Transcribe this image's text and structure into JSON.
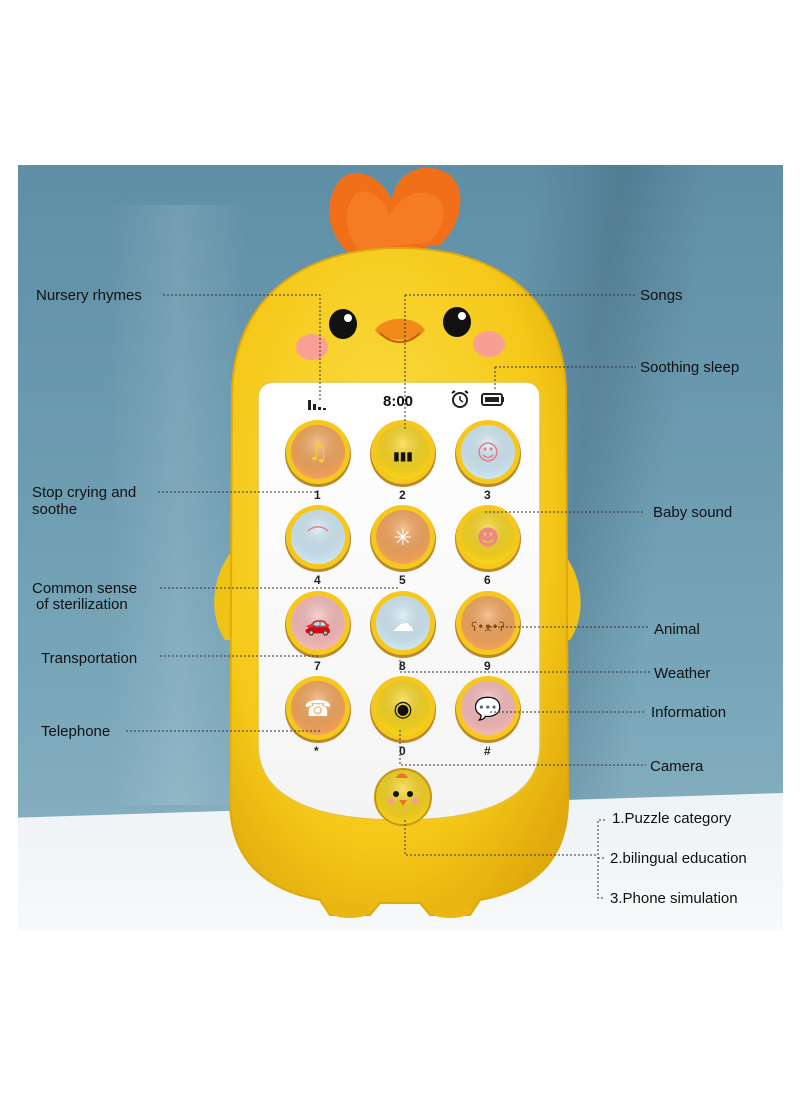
{
  "status_bar": {
    "time": "8:00"
  },
  "keypad": [
    {
      "num": "1",
      "icon": "music-note-icon"
    },
    {
      "num": "2",
      "icon": "piano-keys-icon"
    },
    {
      "num": "3",
      "icon": "sleeping-baby-icon"
    },
    {
      "num": "4",
      "icon": "baby-mobile-icon"
    },
    {
      "num": "5",
      "icon": "sterilization-icon"
    },
    {
      "num": "6",
      "icon": "baby-face-icon"
    },
    {
      "num": "7",
      "icon": "car-icon"
    },
    {
      "num": "8",
      "icon": "cloud-sun-icon"
    },
    {
      "num": "9",
      "icon": "bear-icon"
    },
    {
      "num": "*",
      "icon": "telephone-icon"
    },
    {
      "num": "0",
      "icon": "camera-icon"
    },
    {
      "num": "#",
      "icon": "chat-bubble-icon"
    }
  ],
  "labels": {
    "nursery_rhymes": "Nursery rhymes",
    "songs": "Songs",
    "soothing_sleep": "Soothing sleep",
    "stop_crying_1": "Stop crying and",
    "stop_crying_2": "soothe",
    "baby_sound": "Baby sound",
    "common_sense_1": "Common sense",
    "common_sense_2": "of sterilization",
    "animal": "Animal",
    "transportation": "Transportation",
    "weather": "Weather",
    "information": "Information",
    "telephone": "Telephone",
    "camera": "Camera",
    "puzzle": "1.Puzzle category",
    "bilingual": "2.bilingual education",
    "phone_sim": "3.Phone simulation"
  },
  "colors": {
    "body_yellow": "#f7cf22",
    "body_edge": "#e9b810",
    "comb_orange": "#f2731c",
    "screen_white": "#ffffff",
    "key_orange": "#f2a45a",
    "key_blue": "#cfe8f5",
    "key_pink": "#f6b9b9",
    "key_yellow": "#f8d51c",
    "wall_blue": "#6d9cb1"
  }
}
